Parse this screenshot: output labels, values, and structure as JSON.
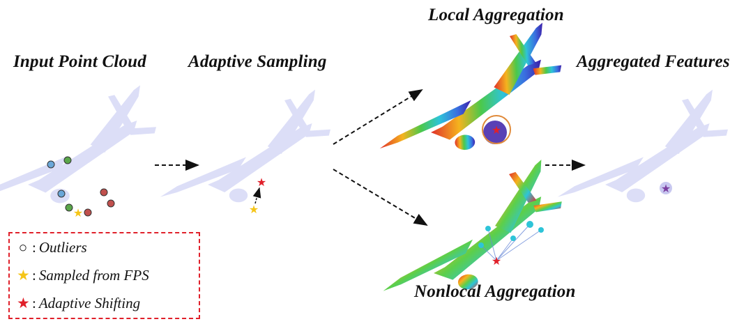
{
  "titles": {
    "input": "Input Point Cloud",
    "adaptive": "Adaptive Sampling",
    "local": "Local Aggregation",
    "aggregated": "Aggregated Features",
    "nonlocal": "Nonlocal Aggregation"
  },
  "legend": {
    "outliers": {
      "symbol": "○",
      "label": "Outliers"
    },
    "fps": {
      "symbol": "★",
      "label": "Sampled from FPS",
      "color": "#f5c518"
    },
    "shift": {
      "symbol": "★",
      "label": "Adaptive Shifting",
      "color": "#e0202a"
    }
  },
  "colors": {
    "plane": "#d9dbf7",
    "outlier_blue": "#6aa7d8",
    "outlier_green": "#5aa64a",
    "outlier_red": "#c0504d",
    "fps_star": "#f5c518",
    "shift_star": "#e0202a",
    "aggregated_star": "#7b3fa0",
    "legend_border": "#e0202a"
  }
}
